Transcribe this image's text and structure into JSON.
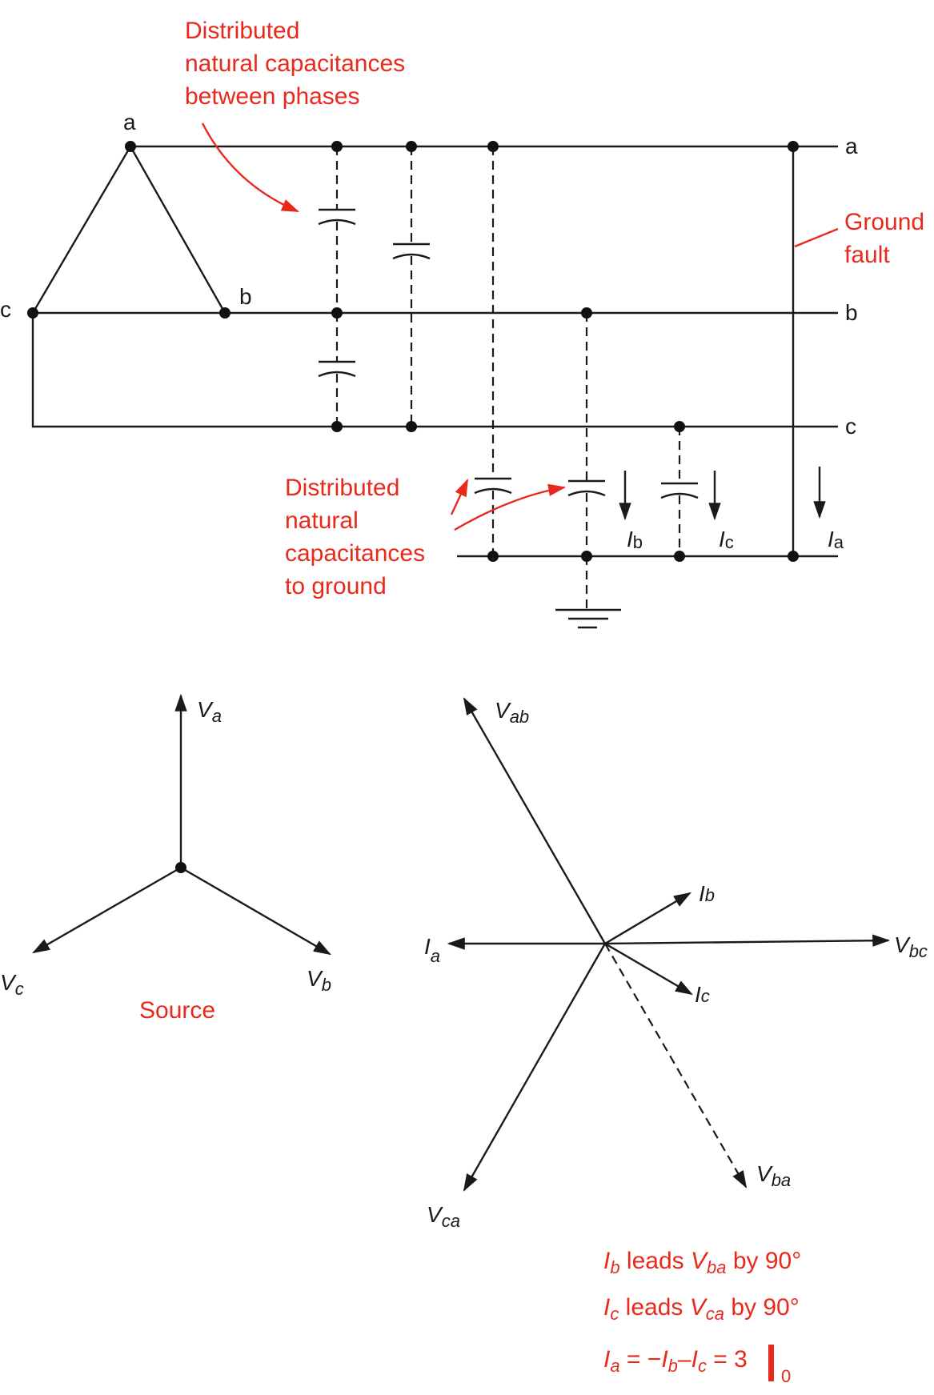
{
  "colors": {
    "line": "#1a1a1a",
    "annotation": "#e8291c",
    "background": "#ffffff"
  },
  "circuit": {
    "source_node_labels": {
      "a": "a",
      "b": "b",
      "c": "c"
    },
    "line_labels": {
      "a": "a",
      "b": "b",
      "c": "c"
    },
    "annotation_phases": [
      "Distributed",
      "natural capacitances",
      "between phases"
    ],
    "annotation_ground": [
      "Distributed",
      "natural",
      "capacitances",
      "to ground"
    ],
    "annotation_fault": [
      "Ground",
      "fault"
    ],
    "currents": {
      "Ib": {
        "main": "I",
        "sub": "b"
      },
      "Ic": {
        "main": "I",
        "sub": "c"
      },
      "Ia": {
        "main": "I",
        "sub": "a"
      }
    }
  },
  "source_phasors": {
    "Va": {
      "main": "V",
      "sub": "a"
    },
    "Vb": {
      "main": "V",
      "sub": "b"
    },
    "Vc": {
      "main": "V",
      "sub": "c"
    },
    "caption": "Source"
  },
  "fault_phasors": {
    "Vab": {
      "main": "V",
      "sub": "ab"
    },
    "Vbc": {
      "main": "V",
      "sub": "bc"
    },
    "Vba": {
      "main": "V",
      "sub": "ba"
    },
    "Vca": {
      "main": "V",
      "sub": "ca"
    },
    "Ia": {
      "main": "I",
      "sub": "a"
    },
    "Ib": {
      "main": "I",
      "sub": "b"
    },
    "Ic": {
      "main": "I",
      "sub": "c"
    }
  },
  "equations": {
    "line1": {
      "i": "I",
      "i_sub": "b",
      "text1": " leads ",
      "v": "V",
      "v_sub": "ba",
      "text2": " by 90°"
    },
    "line2": {
      "i": "I",
      "i_sub": "c",
      "text1": " leads ",
      "v": "V",
      "v_sub": "ca",
      "text2": " by 90°"
    },
    "line3": {
      "lhs": "I",
      "lhs_sub": "a",
      "eq": " = −",
      "t1": "I",
      "t1_sub": "b",
      "minus": "–",
      "t2": "I",
      "t2_sub": "c",
      "rhs": " = 3",
      "angle": "0"
    }
  }
}
